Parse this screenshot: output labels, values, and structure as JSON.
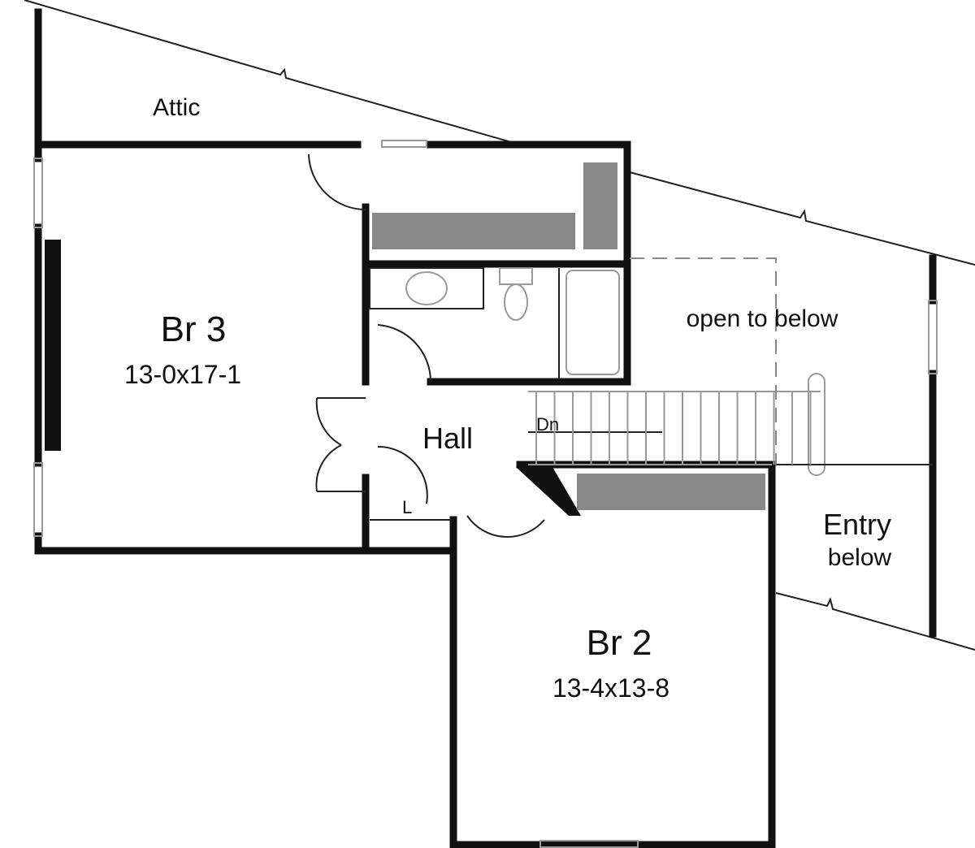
{
  "plan": {
    "rooms": {
      "attic": "Attic",
      "br3_name": "Br 3",
      "br3_size": "13-0x17-1",
      "hall": "Hall",
      "br2_name": "Br 2",
      "br2_size": "13-4x13-8",
      "open": "open to below",
      "entry1": "Entry",
      "entry2": "below",
      "down": "Dn",
      "linen": "L"
    },
    "colors": {
      "wall": "#111111",
      "fixture": "#999999"
    }
  }
}
